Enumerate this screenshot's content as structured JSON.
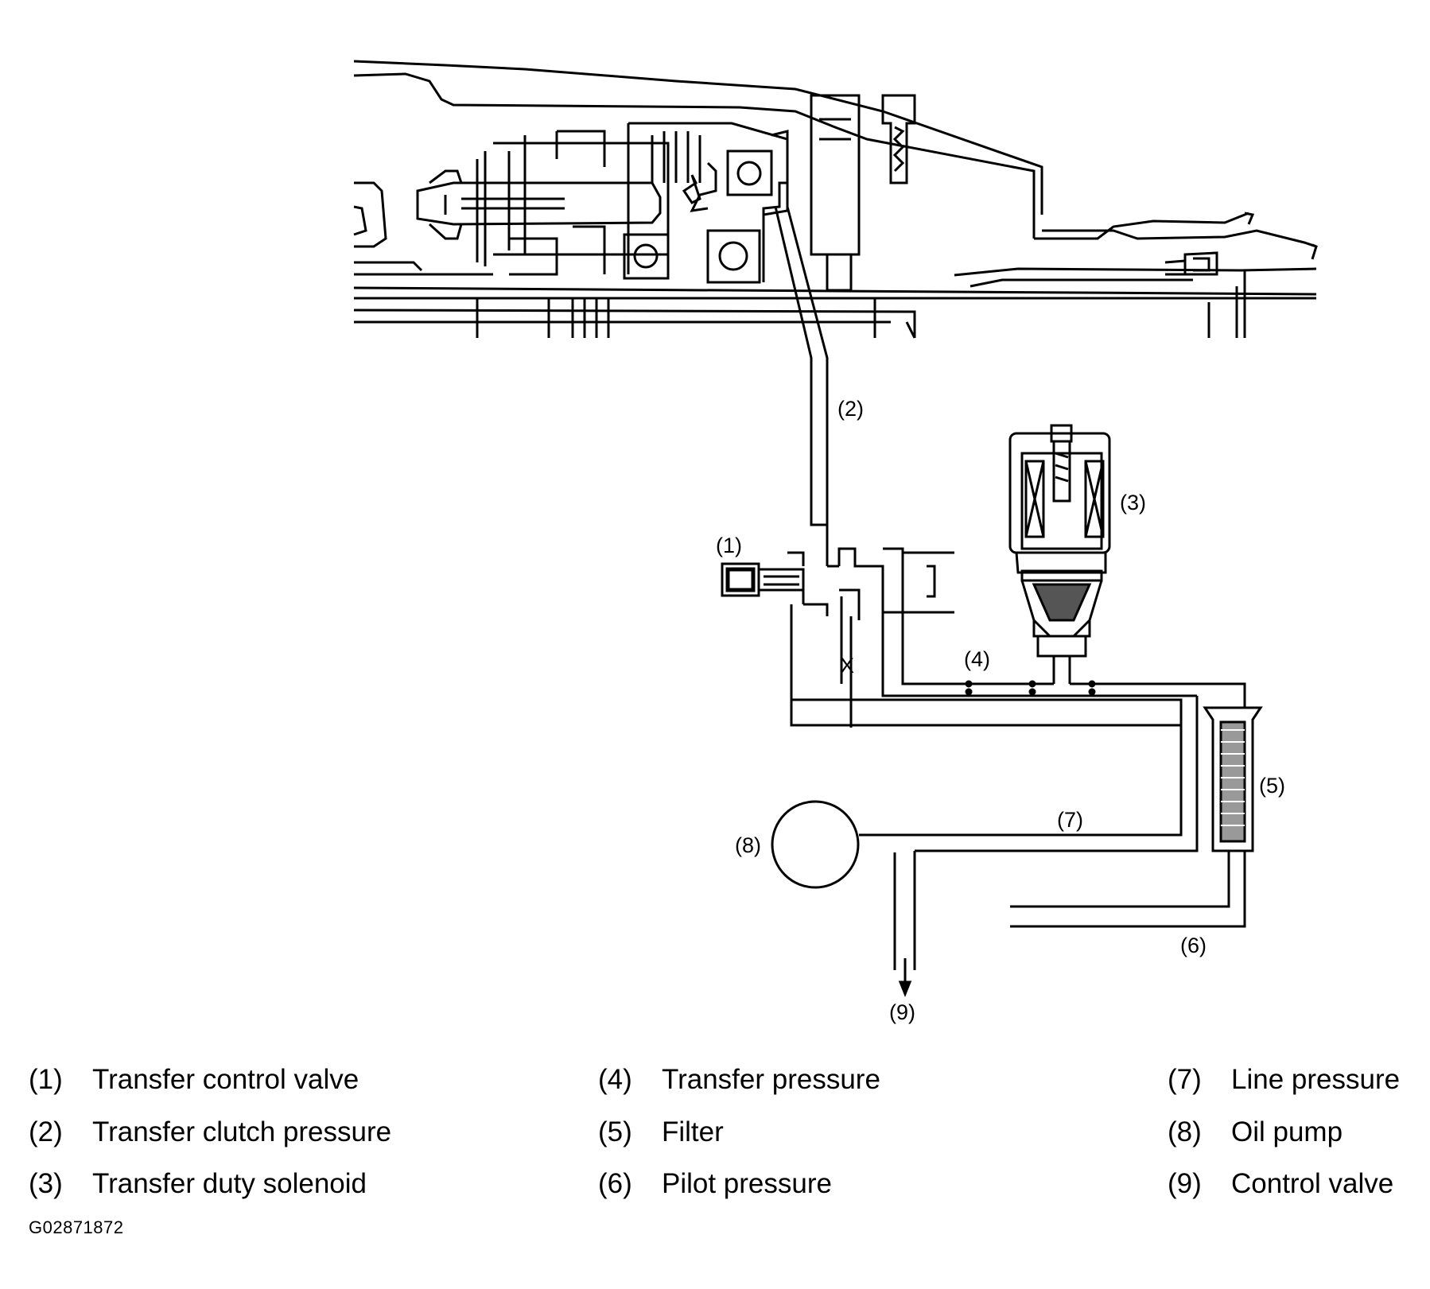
{
  "callouts": {
    "c1": "(1)",
    "c2": "(2)",
    "c3": "(3)",
    "c4": "(4)",
    "c5": "(5)",
    "c6": "(6)",
    "c7": "(7)",
    "c8": "(8)",
    "c9": "(9)",
    "vent": "X"
  },
  "legend": [
    {
      "num": "(1)",
      "text": "Transfer control valve"
    },
    {
      "num": "(2)",
      "text": "Transfer clutch pressure"
    },
    {
      "num": "(3)",
      "text": "Transfer duty solenoid"
    },
    {
      "num": "(4)",
      "text": "Transfer pressure"
    },
    {
      "num": "(5)",
      "text": "Filter"
    },
    {
      "num": "(6)",
      "text": "Pilot pressure"
    },
    {
      "num": "(7)",
      "text": "Line pressure"
    },
    {
      "num": "(8)",
      "text": "Oil pump"
    },
    {
      "num": "(9)",
      "text": "Control valve"
    }
  ],
  "figure_id": "G02871872"
}
